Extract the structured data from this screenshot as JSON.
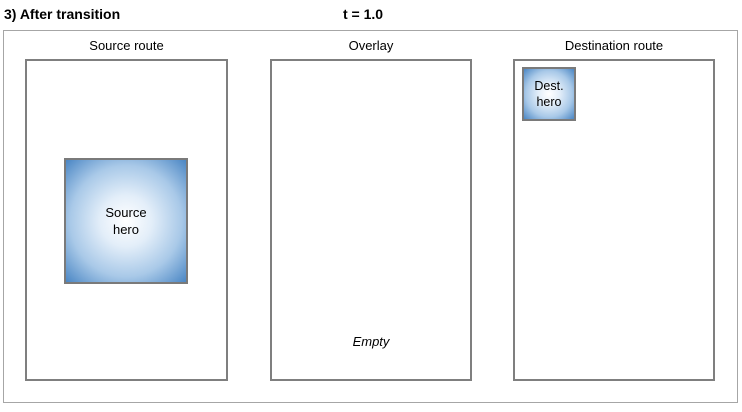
{
  "title": "3) After transition",
  "time_label": "t = 1.0",
  "panels": {
    "source": {
      "label": "Source route",
      "hero_label": "Source\nhero"
    },
    "overlay": {
      "label": "Overlay",
      "empty_label": "Empty"
    },
    "destination": {
      "label": "Destination route",
      "hero_label": "Dest.\nhero"
    }
  },
  "colors": {
    "background": "#ffffff",
    "text": "#000000",
    "outer_frame_border": "#a6a6a6",
    "panel_border": "#7f7f7f",
    "hero_border": "#7a7a7a",
    "hero_gradient_center": "#ffffff",
    "hero_gradient_edge": "#4a86c4"
  }
}
